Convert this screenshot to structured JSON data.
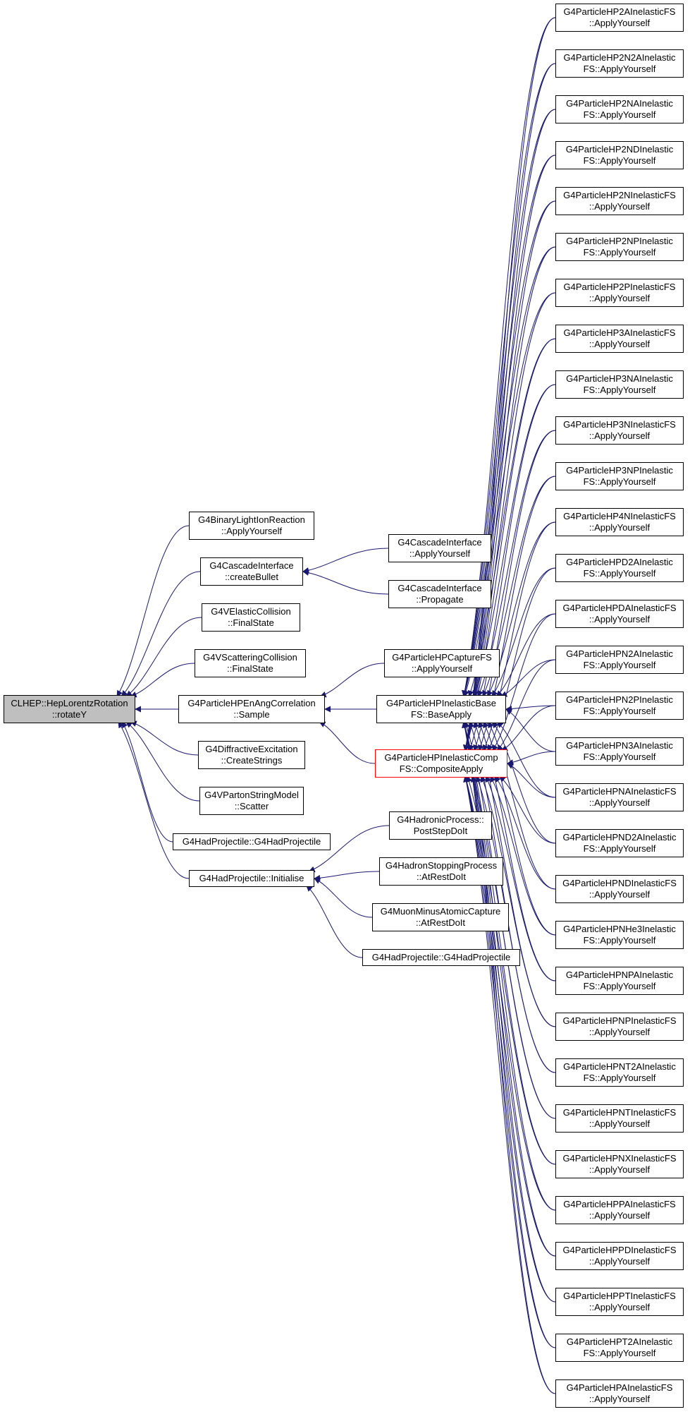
{
  "colors": {
    "edge": "#191970",
    "root_fill": "#bfbfbf",
    "highlight_border": "#ff0000"
  },
  "nodes": {
    "root": [
      "CLHEP::HepLorentzRotation",
      "::rotateY"
    ],
    "binary_light_ion": [
      "G4BinaryLightIonReaction",
      "::ApplyYourself"
    ],
    "cascade_create_bullet": [
      "G4CascadeInterface",
      "::createBullet"
    ],
    "velastic_final_state": [
      "G4VElasticCollision",
      "::FinalState"
    ],
    "vscattering_final_state": [
      "G4VScatteringCollision",
      "::FinalState"
    ],
    "en_ang_sample": [
      "G4ParticleHPEnAngCorrelation",
      "::Sample"
    ],
    "diffractive_create_strings": [
      "G4DiffractiveExcitation",
      "::CreateStrings"
    ],
    "vparton_scatter": [
      "G4VPartonStringModel",
      "::Scatter"
    ],
    "hadprojectile_ctor_1": [
      "G4HadProjectile::G4HadProjectile"
    ],
    "hadprojectile_initialise": [
      "G4HadProjectile::Initialise"
    ],
    "cascade_apply": [
      "G4CascadeInterface",
      "::ApplyYourself"
    ],
    "cascade_propagate": [
      "G4CascadeInterface",
      "::Propagate"
    ],
    "capture_apply": [
      "G4ParticleHPCaptureFS",
      "::ApplyYourself"
    ],
    "inelastic_base": [
      "G4ParticleHPInelasticBase",
      "FS::BaseApply"
    ],
    "inelastic_comp": [
      "G4ParticleHPInelasticComp",
      "FS::CompositeApply"
    ],
    "hadronic_process": [
      "G4HadronicProcess::",
      "PostStepDoIt"
    ],
    "hadron_stopping": [
      "G4HadronStoppingProcess",
      "::AtRestDoIt"
    ],
    "muon_minus": [
      "G4MuonMinusAtomicCapture",
      "::AtRestDoIt"
    ],
    "hadprojectile_ctor_2": [
      "G4HadProjectile::G4HadProjectile"
    ],
    "r01": [
      "G4ParticleHP2AInelasticFS",
      "::ApplyYourself"
    ],
    "r02": [
      "G4ParticleHP2N2AInelastic",
      "FS::ApplyYourself"
    ],
    "r03": [
      "G4ParticleHP2NAInelastic",
      "FS::ApplyYourself"
    ],
    "r04": [
      "G4ParticleHP2NDInelastic",
      "FS::ApplyYourself"
    ],
    "r05": [
      "G4ParticleHP2NInelasticFS",
      "::ApplyYourself"
    ],
    "r06": [
      "G4ParticleHP2NPInelastic",
      "FS::ApplyYourself"
    ],
    "r07": [
      "G4ParticleHP2PInelasticFS",
      "::ApplyYourself"
    ],
    "r08": [
      "G4ParticleHP3AInelasticFS",
      "::ApplyYourself"
    ],
    "r09": [
      "G4ParticleHP3NAInelastic",
      "FS::ApplyYourself"
    ],
    "r10": [
      "G4ParticleHP3NInelasticFS",
      "::ApplyYourself"
    ],
    "r11": [
      "G4ParticleHP3NPInelastic",
      "FS::ApplyYourself"
    ],
    "r12": [
      "G4ParticleHP4NInelasticFS",
      "::ApplyYourself"
    ],
    "r13": [
      "G4ParticleHPD2AInelastic",
      "FS::ApplyYourself"
    ],
    "r14": [
      "G4ParticleHPDAInelasticFS",
      "::ApplyYourself"
    ],
    "r15": [
      "G4ParticleHPN2AInelastic",
      "FS::ApplyYourself"
    ],
    "r16": [
      "G4ParticleHPN2PInelastic",
      "FS::ApplyYourself"
    ],
    "r17": [
      "G4ParticleHPN3AInelastic",
      "FS::ApplyYourself"
    ],
    "r18": [
      "G4ParticleHPNAInelasticFS",
      "::ApplyYourself"
    ],
    "r19": [
      "G4ParticleHPND2AInelastic",
      "FS::ApplyYourself"
    ],
    "r20": [
      "G4ParticleHPNDInelasticFS",
      "::ApplyYourself"
    ],
    "r21": [
      "G4ParticleHPNHe3Inelastic",
      "FS::ApplyYourself"
    ],
    "r22": [
      "G4ParticleHPNPAInelastic",
      "FS::ApplyYourself"
    ],
    "r23": [
      "G4ParticleHPNPInelasticFS",
      "::ApplyYourself"
    ],
    "r24": [
      "G4ParticleHPNT2AInelastic",
      "FS::ApplyYourself"
    ],
    "r25": [
      "G4ParticleHPNTInelasticFS",
      "::ApplyYourself"
    ],
    "r26": [
      "G4ParticleHPNXInelasticFS",
      "::ApplyYourself"
    ],
    "r27": [
      "G4ParticleHPPAInelasticFS",
      "::ApplyYourself"
    ],
    "r28": [
      "G4ParticleHPPDInelasticFS",
      "::ApplyYourself"
    ],
    "r29": [
      "G4ParticleHPPTInelasticFS",
      "::ApplyYourself"
    ],
    "r30": [
      "G4ParticleHPT2AInelastic",
      "FS::ApplyYourself"
    ],
    "r31": [
      "G4ParticleHPAInelasticFS",
      "::ApplyYourself"
    ]
  },
  "edges": [
    [
      "binary_light_ion",
      "root"
    ],
    [
      "cascade_create_bullet",
      "root"
    ],
    [
      "velastic_final_state",
      "root"
    ],
    [
      "vscattering_final_state",
      "root"
    ],
    [
      "en_ang_sample",
      "root"
    ],
    [
      "diffractive_create_strings",
      "root"
    ],
    [
      "vparton_scatter",
      "root"
    ],
    [
      "hadprojectile_ctor_1",
      "root"
    ],
    [
      "hadprojectile_initialise",
      "root"
    ],
    [
      "cascade_apply",
      "cascade_create_bullet"
    ],
    [
      "cascade_propagate",
      "cascade_create_bullet"
    ],
    [
      "capture_apply",
      "en_ang_sample"
    ],
    [
      "inelastic_base",
      "en_ang_sample"
    ],
    [
      "inelastic_comp",
      "en_ang_sample"
    ],
    [
      "hadronic_process",
      "hadprojectile_initialise"
    ],
    [
      "hadron_stopping",
      "hadprojectile_initialise"
    ],
    [
      "muon_minus",
      "hadprojectile_initialise"
    ],
    [
      "hadprojectile_ctor_2",
      "hadprojectile_initialise"
    ],
    [
      "r01",
      "inelastic_base"
    ],
    [
      "r02",
      "inelastic_base"
    ],
    [
      "r03",
      "inelastic_base"
    ],
    [
      "r04",
      "inelastic_base"
    ],
    [
      "r05",
      "inelastic_base"
    ],
    [
      "r06",
      "inelastic_base"
    ],
    [
      "r07",
      "inelastic_base"
    ],
    [
      "r08",
      "inelastic_base"
    ],
    [
      "r09",
      "inelastic_base"
    ],
    [
      "r10",
      "inelastic_base"
    ],
    [
      "r11",
      "inelastic_base"
    ],
    [
      "r12",
      "inelastic_base"
    ],
    [
      "r13",
      "inelastic_base"
    ],
    [
      "r14",
      "inelastic_base"
    ],
    [
      "r15",
      "inelastic_base"
    ],
    [
      "r16",
      "inelastic_base"
    ],
    [
      "r17",
      "inelastic_base"
    ],
    [
      "r18",
      "inelastic_base"
    ],
    [
      "r19",
      "inelastic_base"
    ],
    [
      "r20",
      "inelastic_base"
    ],
    [
      "r21",
      "inelastic_base"
    ],
    [
      "r22",
      "inelastic_base"
    ],
    [
      "r23",
      "inelastic_base"
    ],
    [
      "r24",
      "inelastic_base"
    ],
    [
      "r25",
      "inelastic_base"
    ],
    [
      "r26",
      "inelastic_base"
    ],
    [
      "r27",
      "inelastic_base"
    ],
    [
      "r28",
      "inelastic_base"
    ],
    [
      "r29",
      "inelastic_base"
    ],
    [
      "r30",
      "inelastic_base"
    ],
    [
      "r31",
      "inelastic_base"
    ],
    [
      "r01",
      "inelastic_comp"
    ],
    [
      "r02",
      "inelastic_comp"
    ],
    [
      "r03",
      "inelastic_comp"
    ],
    [
      "r04",
      "inelastic_comp"
    ],
    [
      "r05",
      "inelastic_comp"
    ],
    [
      "r06",
      "inelastic_comp"
    ],
    [
      "r07",
      "inelastic_comp"
    ],
    [
      "r08",
      "inelastic_comp"
    ],
    [
      "r09",
      "inelastic_comp"
    ],
    [
      "r10",
      "inelastic_comp"
    ],
    [
      "r11",
      "inelastic_comp"
    ],
    [
      "r12",
      "inelastic_comp"
    ],
    [
      "r13",
      "inelastic_comp"
    ],
    [
      "r14",
      "inelastic_comp"
    ],
    [
      "r15",
      "inelastic_comp"
    ],
    [
      "r16",
      "inelastic_comp"
    ],
    [
      "r17",
      "inelastic_comp"
    ],
    [
      "r18",
      "inelastic_comp"
    ],
    [
      "r19",
      "inelastic_comp"
    ],
    [
      "r20",
      "inelastic_comp"
    ],
    [
      "r21",
      "inelastic_comp"
    ],
    [
      "r22",
      "inelastic_comp"
    ],
    [
      "r23",
      "inelastic_comp"
    ],
    [
      "r24",
      "inelastic_comp"
    ],
    [
      "r25",
      "inelastic_comp"
    ],
    [
      "r26",
      "inelastic_comp"
    ],
    [
      "r27",
      "inelastic_comp"
    ],
    [
      "r28",
      "inelastic_comp"
    ],
    [
      "r29",
      "inelastic_comp"
    ],
    [
      "r30",
      "inelastic_comp"
    ],
    [
      "r31",
      "inelastic_comp"
    ]
  ]
}
